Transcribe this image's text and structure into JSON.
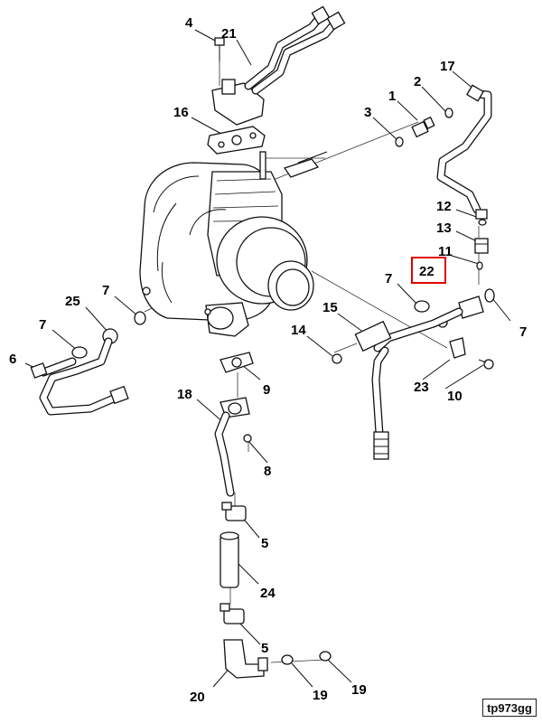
{
  "diagram": {
    "reference_code": "tp973gg",
    "callouts": [
      {
        "id": "c4",
        "label": "4"
      },
      {
        "id": "c21",
        "label": "21"
      },
      {
        "id": "c16",
        "label": "16"
      },
      {
        "id": "c3",
        "label": "3"
      },
      {
        "id": "c1",
        "label": "1"
      },
      {
        "id": "c2",
        "label": "2"
      },
      {
        "id": "c17",
        "label": "17"
      },
      {
        "id": "c12",
        "label": "12"
      },
      {
        "id": "c13",
        "label": "13"
      },
      {
        "id": "c11",
        "label": "11"
      },
      {
        "id": "c22",
        "label": "22",
        "highlighted": true
      },
      {
        "id": "c7a",
        "label": "7"
      },
      {
        "id": "c7b",
        "label": "7"
      },
      {
        "id": "c7c",
        "label": "7"
      },
      {
        "id": "c7d",
        "label": "7"
      },
      {
        "id": "c25",
        "label": "25"
      },
      {
        "id": "c6",
        "label": "6"
      },
      {
        "id": "c15",
        "label": "15"
      },
      {
        "id": "c14",
        "label": "14"
      },
      {
        "id": "c23",
        "label": "23"
      },
      {
        "id": "c10",
        "label": "10"
      },
      {
        "id": "c9",
        "label": "9"
      },
      {
        "id": "c18",
        "label": "18"
      },
      {
        "id": "c8",
        "label": "8"
      },
      {
        "id": "c5a",
        "label": "5"
      },
      {
        "id": "c24",
        "label": "24"
      },
      {
        "id": "c5b",
        "label": "5"
      },
      {
        "id": "c20",
        "label": "20"
      },
      {
        "id": "c19a",
        "label": "19"
      },
      {
        "id": "c19b",
        "label": "19"
      }
    ],
    "highlight_color": "#e00000"
  }
}
